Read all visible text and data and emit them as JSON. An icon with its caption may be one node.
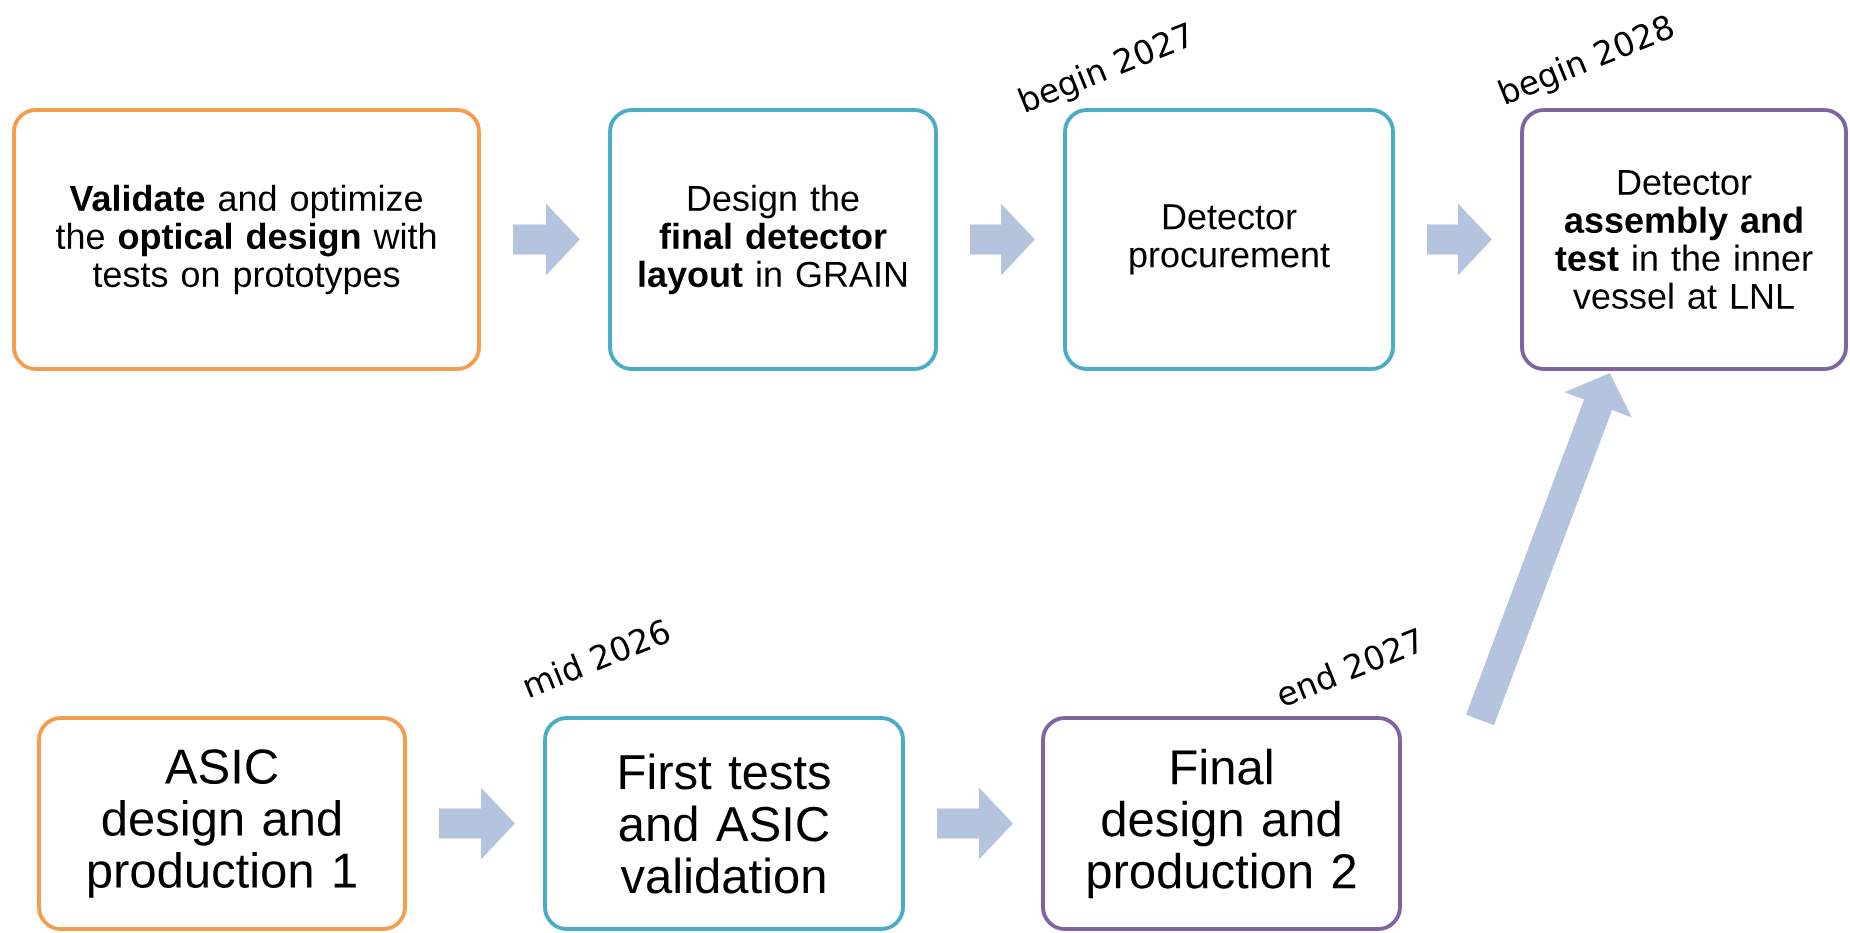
{
  "diagram": {
    "nodes": [
      {
        "text": [
          "**Validate** and optimize the **optical design** with tests on prototypes"
        ]
      },
      {
        "text": [
          "Design the **final detector layout** in GRAIN"
        ]
      },
      {
        "text": [
          "Detector procurement"
        ],
        "beside": [
          "begin 2027"
        ]
      },
      {
        "text": [
          "Detector **assembly and test** in the inner vessel at LNL"
        ],
        "beside": [
          "begin 2028"
        ]
      },
      {
        "text": [
          "ASIC design and production 1"
        ]
      },
      {
        "text": [
          "First tests and ASIC validation"
        ],
        "beside": [
          "mid 2026"
        ]
      },
      {
        "text": [
          "Final design and production 2"
        ],
        "beside": [
          "end 2027"
        ]
      }
    ],
    "edges": [
      {
        "from": 0,
        "to": 1,
        "arrow": "to"
      },
      {
        "from": 1,
        "to": 2,
        "arrow": "to"
      },
      {
        "from": 2,
        "to": 3,
        "arrow": "to"
      },
      {
        "from": 4,
        "to": 5,
        "arrow": "to"
      },
      {
        "from": 5,
        "to": 6,
        "arrow": "to"
      },
      {
        "from": 6,
        "to": 3,
        "arrow": "to"
      }
    ]
  }
}
